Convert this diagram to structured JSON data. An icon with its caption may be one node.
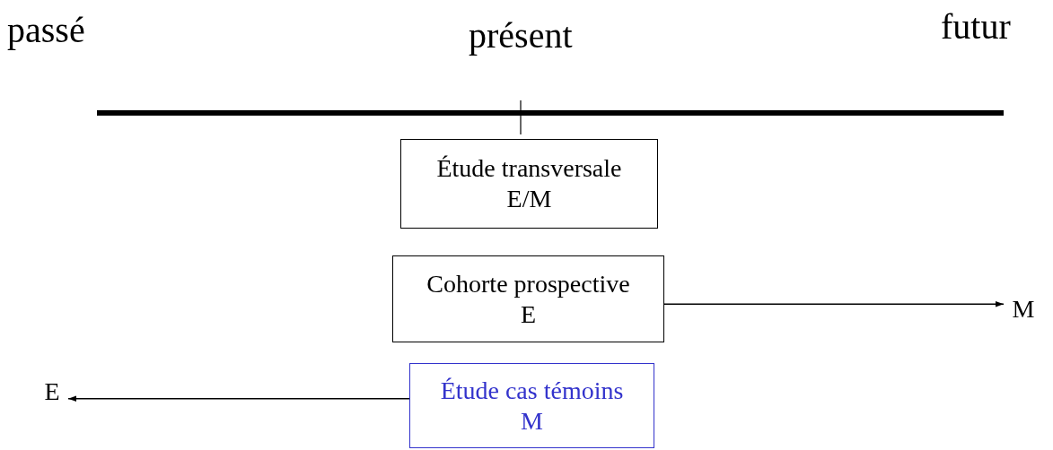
{
  "diagram": {
    "nodes": [
      {
        "text": [
          "Étude transversale",
          "E/M"
        ]
      },
      {
        "text": [
          "Cohorte prospective",
          "E"
        ]
      },
      {
        "text": [
          "M"
        ]
      },
      {
        "text": [
          "Étude cas témoins",
          "M"
        ]
      },
      {
        "text": [
          "E"
        ]
      }
    ],
    "edges": [
      {
        "from": 1,
        "to": 2,
        "arrow": "to"
      },
      {
        "from": 3,
        "to": 4,
        "arrow": "to"
      }
    ],
    "labels": [
      "passé",
      "présent",
      "futur"
    ]
  }
}
